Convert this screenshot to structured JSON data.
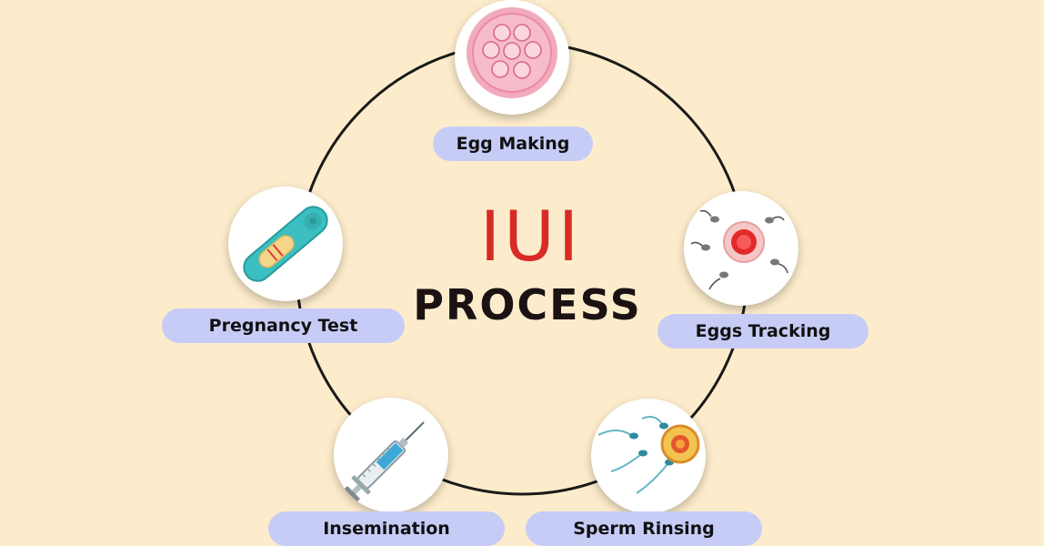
{
  "title": {
    "main": "IUI",
    "sub": "PROCESS"
  },
  "steps": [
    {
      "label": "Egg Making",
      "icon": "egg-cluster-icon"
    },
    {
      "label": "Eggs Tracking",
      "icon": "egg-tracking-icon"
    },
    {
      "label": "Sperm Rinsing",
      "icon": "sperm-egg-icon"
    },
    {
      "label": "Insemination",
      "icon": "syringe-icon"
    },
    {
      "label": "Pregnancy Test",
      "icon": "pregnancy-test-icon"
    }
  ],
  "colors": {
    "background": "#fdeccb",
    "title_main": "#d82a26",
    "title_sub": "#1b1313",
    "pill": "#c7ccf6",
    "ring": "#1a1a1a"
  }
}
